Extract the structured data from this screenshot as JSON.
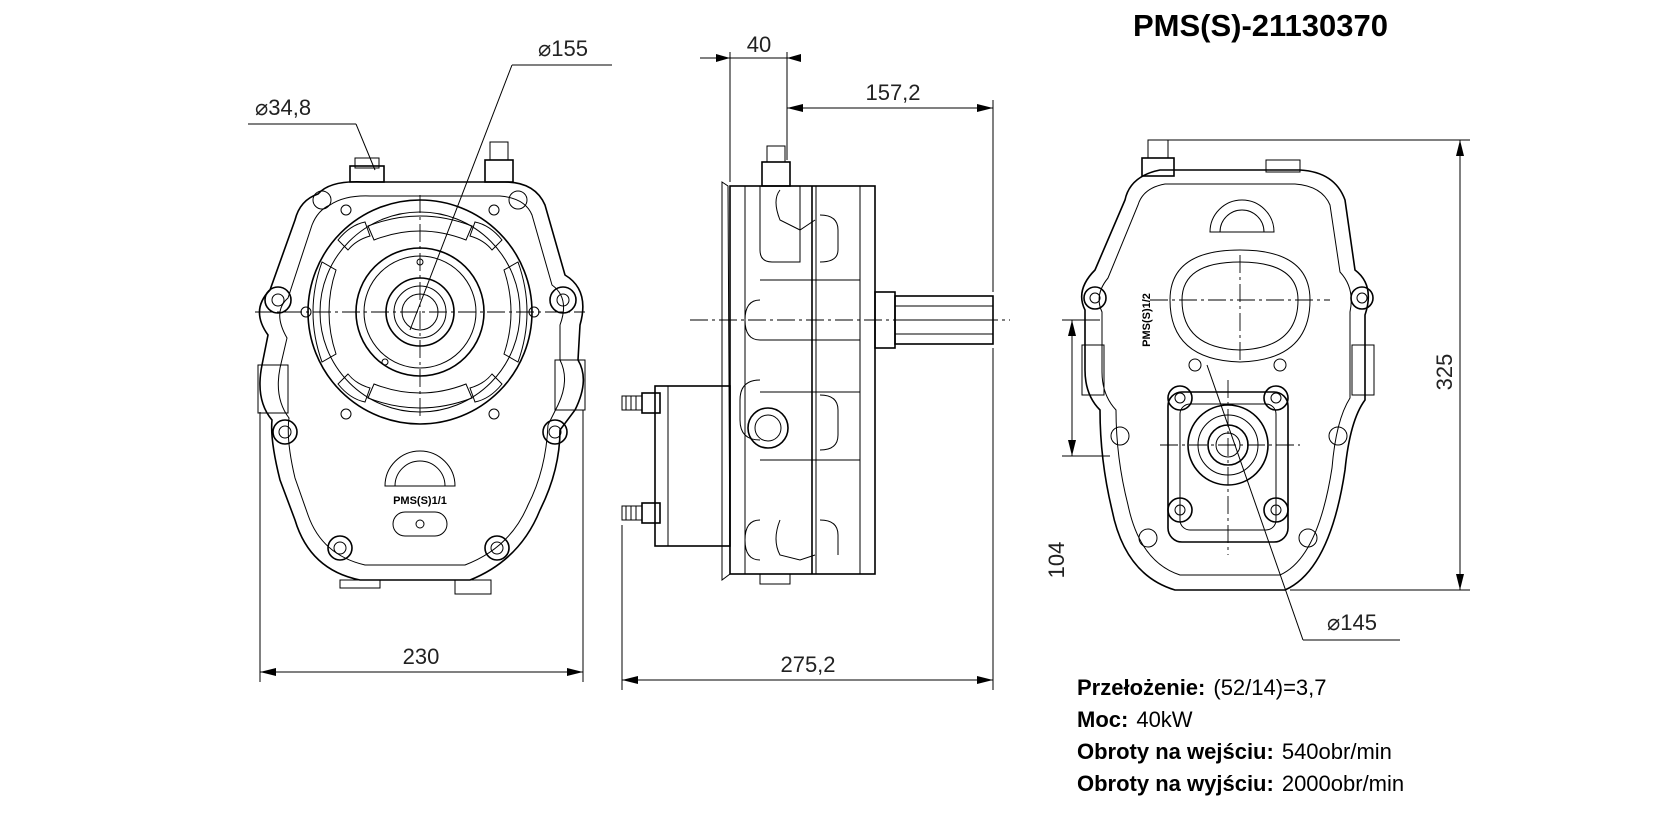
{
  "title": "PMS(S)-21130370",
  "dimensions": {
    "front_shaft_dia": "⌀34,8",
    "front_flange_dia": "⌀155",
    "width": "230",
    "side_flange": "40",
    "side_shaft": "157,2",
    "side_length": "275,2",
    "rear_height": "325",
    "rear_offset": "104",
    "rear_flange_dia": "⌀145"
  },
  "plates": {
    "front": "PMS(S)1/1",
    "rear": "PMS(S)1/2"
  },
  "specs": [
    {
      "label": "Przełożenie:",
      "value": "(52/14)=3,7"
    },
    {
      "label": "Moc:",
      "value": "40kW"
    },
    {
      "label": "Obroty na wejściu:",
      "value": "540obr/min"
    },
    {
      "label": "Obroty na wyjściu:",
      "value": "2000obr/min"
    }
  ]
}
